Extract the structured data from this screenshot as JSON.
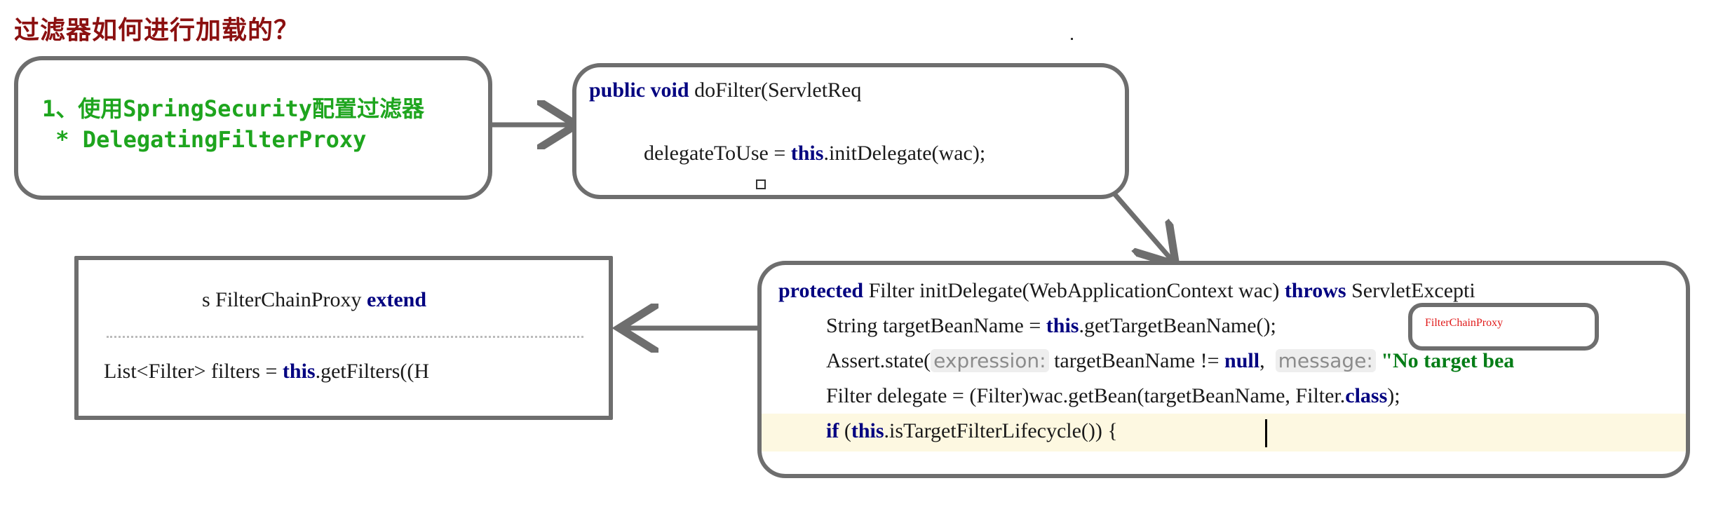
{
  "title": "过滤器如何进行加载的？",
  "box1": {
    "line1": "1、使用SpringSecurity配置过滤器",
    "line2": " * DelegatingFilterProxy"
  },
  "box2": {
    "line1_kw": "public void",
    "line1_rest": " doFilter(ServletReq",
    "line2_pre": "delegateToUse = ",
    "line2_kw": "this",
    "line2_rest": ".initDelegate(wac);"
  },
  "box3": {
    "line1_kw1": "protected",
    "line1_mid": " Filter initDelegate(WebApplicationContext wac) ",
    "line1_kw2": "throws",
    "line1_rest": " ServletExcepti",
    "line2_pre": "String targetBeanName = ",
    "line2_kw": "this",
    "line2_rest": ".getTargetBeanName();",
    "line3_pre": "Assert.state(",
    "line3_hint1": "expression:",
    "line3_mid": " targetBeanName != ",
    "line3_kw": "null",
    "line3_comma": ",",
    "line3_hint2": "message:",
    "line3_str": " \"No target bea",
    "line4_pre": "Filter delegate = (Filter)wac.getBean(targetBeanName, Filter.",
    "line4_kw": "class",
    "line4_rest": ");",
    "line5_kw1": "if",
    "line5_mid": " (",
    "line5_kw2": "this",
    "line5_rest": ".isTargetFilterLifecycle()) {",
    "annotation": "FilterChainProxy"
  },
  "box4": {
    "line1_pre": "s FilterChainProxy ",
    "line1_kw": "extend",
    "line2_pre": "List<Filter> filters = ",
    "line2_kw": "this",
    "line2_rest": ".getFilters((H"
  },
  "colors": {
    "title": "#8b1010",
    "green_text": "#1ea51e",
    "keyword": "#000080",
    "annotation": "#e01a1a",
    "border": "#6e6e6e",
    "highlight_row": "#fdf8e1"
  }
}
